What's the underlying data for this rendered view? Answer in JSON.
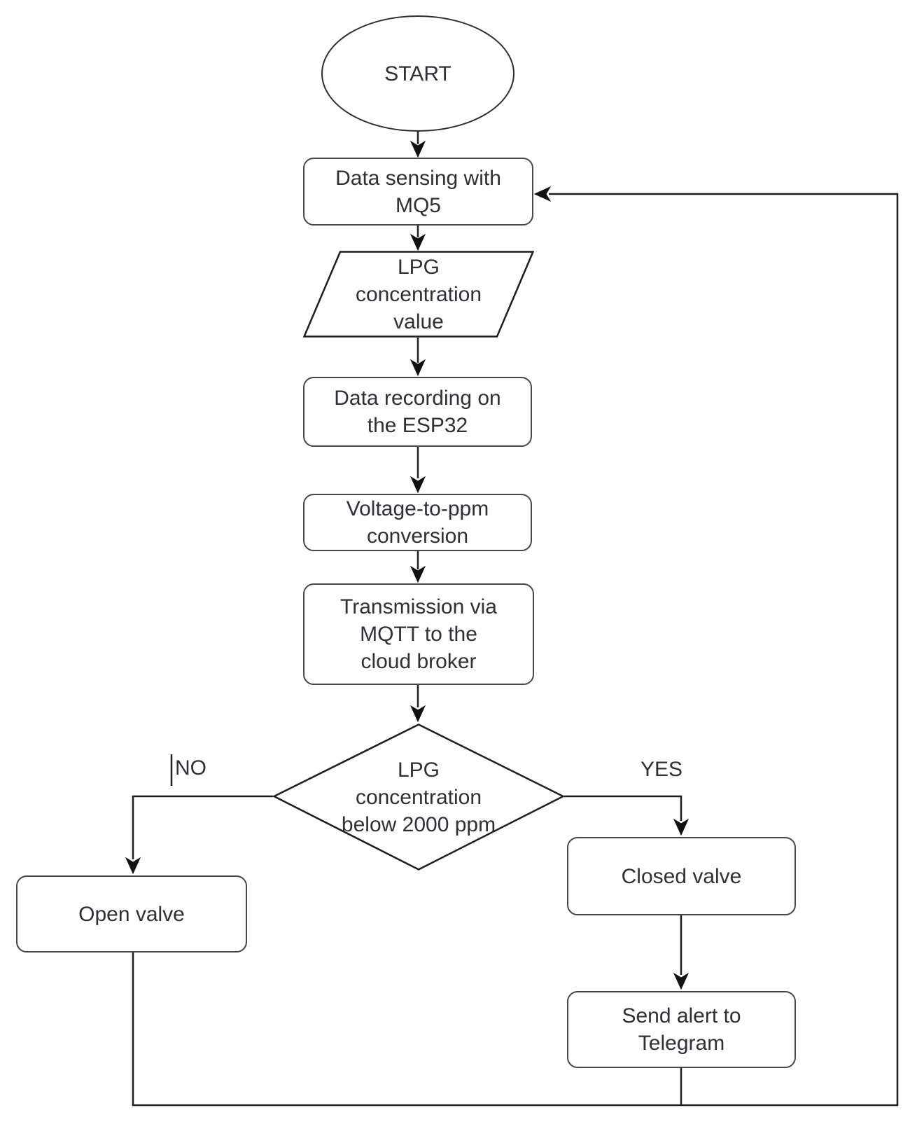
{
  "nodes": {
    "start": {
      "type": "terminator",
      "label": "START"
    },
    "sensing": {
      "type": "process",
      "label": "Data sensing with\nMQ5"
    },
    "lpg_value": {
      "type": "io",
      "label": "LPG\nconcentration\nvalue"
    },
    "recording": {
      "type": "process",
      "label": "Data recording on\nthe ESP32"
    },
    "conversion": {
      "type": "process",
      "label": "Voltage-to-ppm\nconversion"
    },
    "transmission": {
      "type": "process",
      "label": "Transmission via\nMQTT to the\ncloud broker"
    },
    "decision": {
      "type": "decision",
      "label": "LPG\nconcentration\nbelow 2000 ppm"
    },
    "open_valve": {
      "type": "process",
      "label": "Open valve"
    },
    "closed_valve": {
      "type": "process",
      "label": "Closed valve"
    },
    "send_alert": {
      "type": "process",
      "label": "Send alert to\nTelegram"
    }
  },
  "edge_labels": {
    "no": "NO",
    "yes": "YES"
  },
  "colors": {
    "stroke": "#1e1e1e",
    "box_border": "#474747",
    "text": "#2f2f36",
    "fill": "#ffffff",
    "background": "#ffffff"
  }
}
